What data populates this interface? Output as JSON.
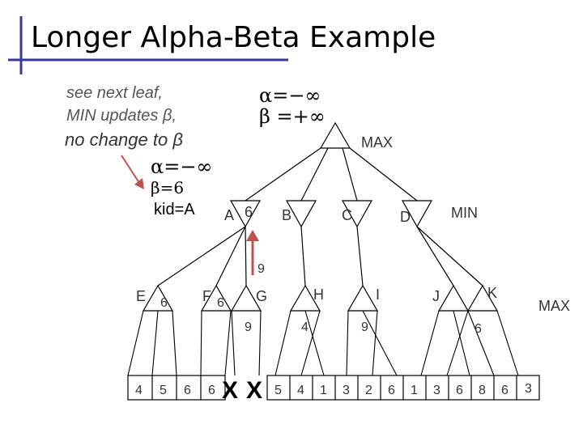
{
  "slide": {
    "title": "Longer Alpha-Beta Example",
    "note_line1": "see next leaf,",
    "note_line2": "MIN updates β,",
    "note_line3": "no change to β",
    "root_alpha": "α=−∞",
    "root_beta": "β =+∞",
    "state_alpha": "α=−∞",
    "state_beta": "β=6",
    "state_kid": "kid=A",
    "level_max_top": "MAX",
    "level_min": "MIN",
    "level_max_bottom": "MAX"
  },
  "tree": {
    "min_nodes": [
      {
        "label": "A",
        "value": "6"
      },
      {
        "label": "B",
        "value": ""
      },
      {
        "label": "C",
        "value": ""
      },
      {
        "label": "D",
        "value": ""
      }
    ],
    "max_nodes": [
      {
        "label": "E",
        "value": "6"
      },
      {
        "label": "F",
        "value": "6"
      },
      {
        "label": "G",
        "value": "9"
      },
      {
        "label": "H",
        "value": "4"
      },
      {
        "label": "I",
        "value": "9"
      },
      {
        "label": "J",
        "value": ""
      },
      {
        "label": "K",
        "value": "6"
      }
    ],
    "g_propagated": "9",
    "leaves": [
      "4",
      "5",
      "6",
      "6",
      "X",
      "X",
      "5",
      "4",
      "1",
      "3",
      "2",
      "6",
      "1",
      "3",
      "6",
      "8",
      "6",
      "3"
    ]
  },
  "colors": {
    "title_bar": "#3a3a9a",
    "arrow": "#c0504d"
  }
}
